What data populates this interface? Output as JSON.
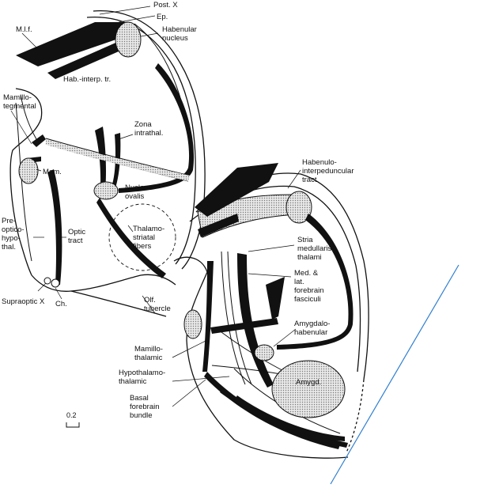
{
  "labels": {
    "post_x": "Post. X",
    "ep": "Ep.",
    "mlf": "M.l.f.",
    "habenular_nucleus": [
      "Habenular",
      "nucleus"
    ],
    "hab_interp_tr": "Hab.-interp. tr.",
    "mamillo_tegmental": [
      "Mamillo-",
      "tegmental"
    ],
    "zona_intrathal": [
      "Zona",
      "intrathal."
    ],
    "mam": "Mam.",
    "nucleus_ovalis": [
      "Nucleus",
      "ovalis"
    ],
    "habenulo_interpeduncular": [
      "Habenulo-",
      "interpeduncular",
      "tract"
    ],
    "preoptico_hypothal": [
      "Pre-",
      "optico-",
      "hypo-",
      "thal."
    ],
    "optic_tract": [
      "Optic",
      "tract"
    ],
    "thalamo_striatal": [
      "Thalamo-",
      "striatal",
      "fibers"
    ],
    "stria_medullaris": [
      "Stria",
      "medullaris",
      "thalami"
    ],
    "supraoptic_x": "Supraoptic X",
    "ch": "Ch.",
    "olf_tubercle": [
      "Olf.",
      "tubercle"
    ],
    "forebrain_fasciculi": [
      "Med. &",
      "lat.",
      "forebrain",
      "fasciculi"
    ],
    "amygdalo_habenular": [
      "Amygdalo-",
      "habenular"
    ],
    "mamillo_thalamic": [
      "Mamillo-",
      "thalamic"
    ],
    "hypothalamo_thalamic": [
      "Hypothalamo-",
      "thalamic"
    ],
    "amygd": "Amygd.",
    "basal_forebrain": [
      "Basal",
      "forebrain",
      "bundle"
    ]
  },
  "scale_bar": "0.2",
  "colors": {
    "ink": "#111111",
    "stipple": "#bdbdbd",
    "cut_line": "#2f7fd0"
  }
}
